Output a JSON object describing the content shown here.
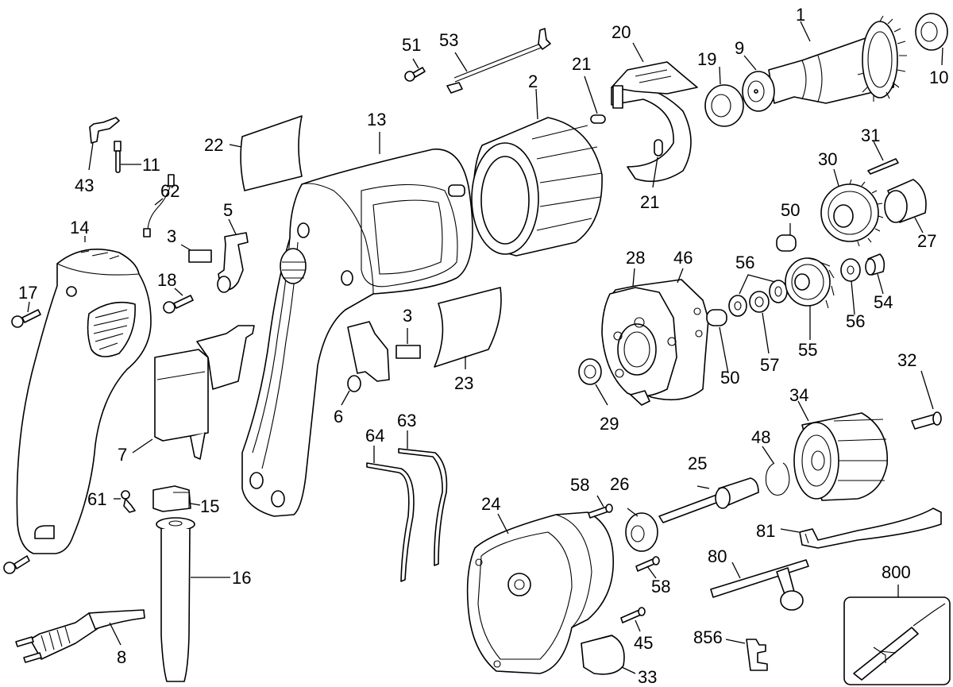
{
  "diagram": {
    "type": "exploded-parts-diagram",
    "subject": "electric drill",
    "line_color": "#000000",
    "background_color": "#ffffff",
    "labels": {
      "p1": "1",
      "p2": "2",
      "p3a": "3",
      "p3b": "3",
      "p5": "5",
      "p6": "6",
      "p7": "7",
      "p8": "8",
      "p9": "9",
      "p10": "10",
      "p11": "11",
      "p13": "13",
      "p14": "14",
      "p15": "15",
      "p16": "16",
      "p17": "17",
      "p18": "18",
      "p19": "19",
      "p20": "20",
      "p21a": "21",
      "p21b": "21",
      "p22": "22",
      "p23": "23",
      "p24": "24",
      "p25": "25",
      "p26": "26",
      "p27": "27",
      "p28": "28",
      "p29": "29",
      "p30": "30",
      "p31": "31",
      "p32": "32",
      "p33": "33",
      "p34": "34",
      "p43": "43",
      "p45": "45",
      "p46": "46",
      "p48": "48",
      "p50a": "50",
      "p50b": "50",
      "p51": "51",
      "p53": "53",
      "p54": "54",
      "p55": "55",
      "p56a": "56",
      "p56b": "56",
      "p57": "57",
      "p58a": "58",
      "p58b": "58",
      "p61": "61",
      "p62": "62",
      "p63": "63",
      "p64": "64",
      "p80": "80",
      "p81": "81",
      "p800": "800",
      "p856": "856"
    }
  }
}
